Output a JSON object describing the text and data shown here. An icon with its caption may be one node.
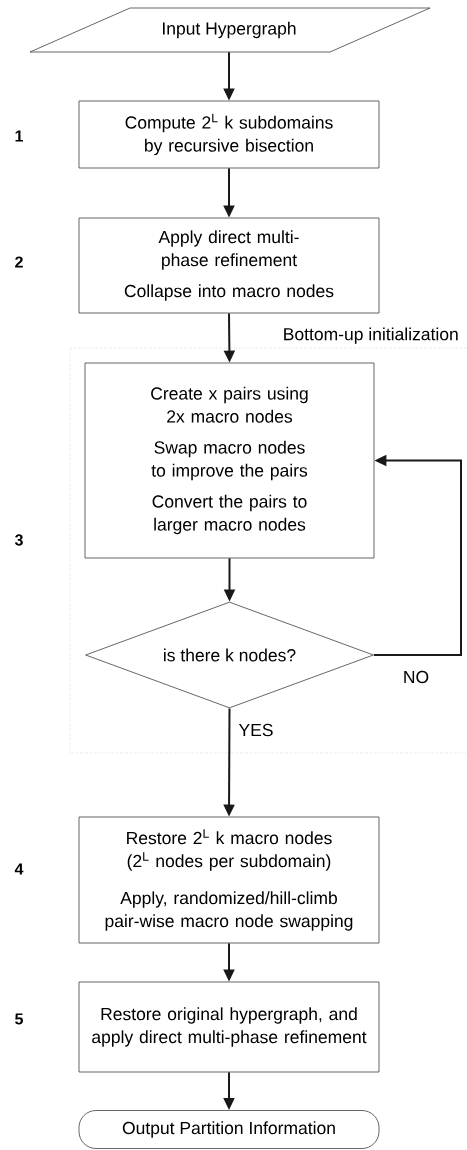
{
  "diagram": {
    "nodes": [
      {
        "text": [
          "Input Hypergraph"
        ]
      },
      {
        "text": [
          "Compute 2$^{L}$ k subdomains by recursive bisection"
        ]
      },
      {
        "text": [
          "Apply direct multi-phase refinement",
          "Collapse into macro nodes"
        ]
      },
      {
        "text": [
          "Bottom-up initialization"
        ]
      },
      {
        "text": [
          "Create x pairs using 2x macro nodes",
          "Swap macro nodes to improve the pairs",
          "Convert the pairs to larger macro nodes"
        ],
        "in": 3
      },
      {
        "text": [
          "is there k nodes?"
        ],
        "in": 3
      },
      {
        "text": [
          "Restore 2$^{L}$ k macro nodes (2$^{L}$ nodes per subdomain)",
          "Apply, randomized/hill-climb pair-wise macro node swapping"
        ]
      },
      {
        "text": [
          "Restore original hypergraph, and apply direct multi-phase refinement"
        ]
      },
      {
        "text": [
          "Output Partition Information"
        ]
      }
    ],
    "edges": [
      {
        "from": 0,
        "to": 1,
        "arrow": "to"
      },
      {
        "from": 1,
        "to": 2,
        "arrow": "to"
      },
      {
        "from": 2,
        "to": 4,
        "arrow": "to"
      },
      {
        "from": 4,
        "to": 5,
        "arrow": "to"
      },
      {
        "from": 5,
        "to": 4,
        "arrow": "to",
        "label": "NO"
      },
      {
        "from": 5,
        "to": 6,
        "arrow": "to",
        "label": "YES"
      },
      {
        "from": 6,
        "to": 7,
        "arrow": "to"
      },
      {
        "from": 7,
        "to": 8,
        "arrow": "to"
      }
    ],
    "labels": [
      "1",
      "2",
      "3",
      "4",
      "5"
    ]
  }
}
